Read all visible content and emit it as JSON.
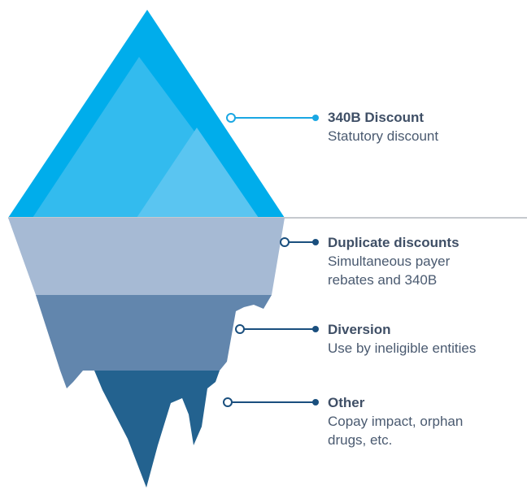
{
  "colors": {
    "tip_outer": "#00adeb",
    "tip_mid": "#33bbee",
    "tip_light": "#5ac5f1",
    "waterline": "#c5c9ce",
    "layer_1": "#a6bad4",
    "layer_2": "#6286ad",
    "layer_3": "#23628f",
    "connector_340b": "#1aa7e3",
    "connector_dup": "#1a4f7e",
    "connector_div": "#1a4f7e",
    "connector_other": "#1a4f7e",
    "label_text": "#3e5068"
  },
  "labels": [
    {
      "id": "340b-discount",
      "title": "340B Discount",
      "description_lines": [
        "Statutory discount"
      ]
    },
    {
      "id": "duplicate-discounts",
      "title": "Duplicate discounts",
      "description_lines": [
        "Simultaneous payer",
        "rebates and 340B"
      ]
    },
    {
      "id": "diversion",
      "title": "Diversion",
      "description_lines": [
        "Use by ineligible entities"
      ]
    },
    {
      "id": "other",
      "title": "Other",
      "description_lines": [
        "Copay impact, orphan",
        "drugs, etc."
      ]
    }
  ]
}
